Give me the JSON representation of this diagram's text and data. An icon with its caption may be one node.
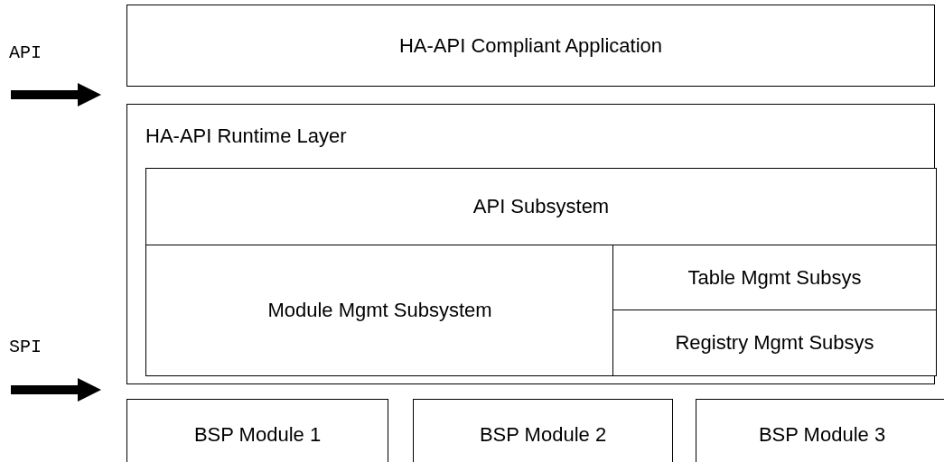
{
  "diagram": {
    "nodes": [
      {
        "text": [
          "HA-API Compliant Application"
        ]
      },
      {
        "text": [
          "HA-API Runtime Layer"
        ]
      },
      {
        "text": [
          "API Subsystem"
        ],
        "in": 1
      },
      {
        "text": [
          "Module Mgmt Subsystem"
        ],
        "in": 1
      },
      {
        "text": [
          "Table Mgmt Subsys"
        ],
        "in": 1
      },
      {
        "text": [
          "Registry Mgmt Subsys"
        ],
        "in": 1
      },
      {
        "text": [
          "BSP Module 1"
        ]
      },
      {
        "text": [
          "BSP Module 2"
        ]
      },
      {
        "text": [
          "BSP Module 3"
        ]
      }
    ],
    "labels": [
      "API",
      "SPI"
    ]
  }
}
